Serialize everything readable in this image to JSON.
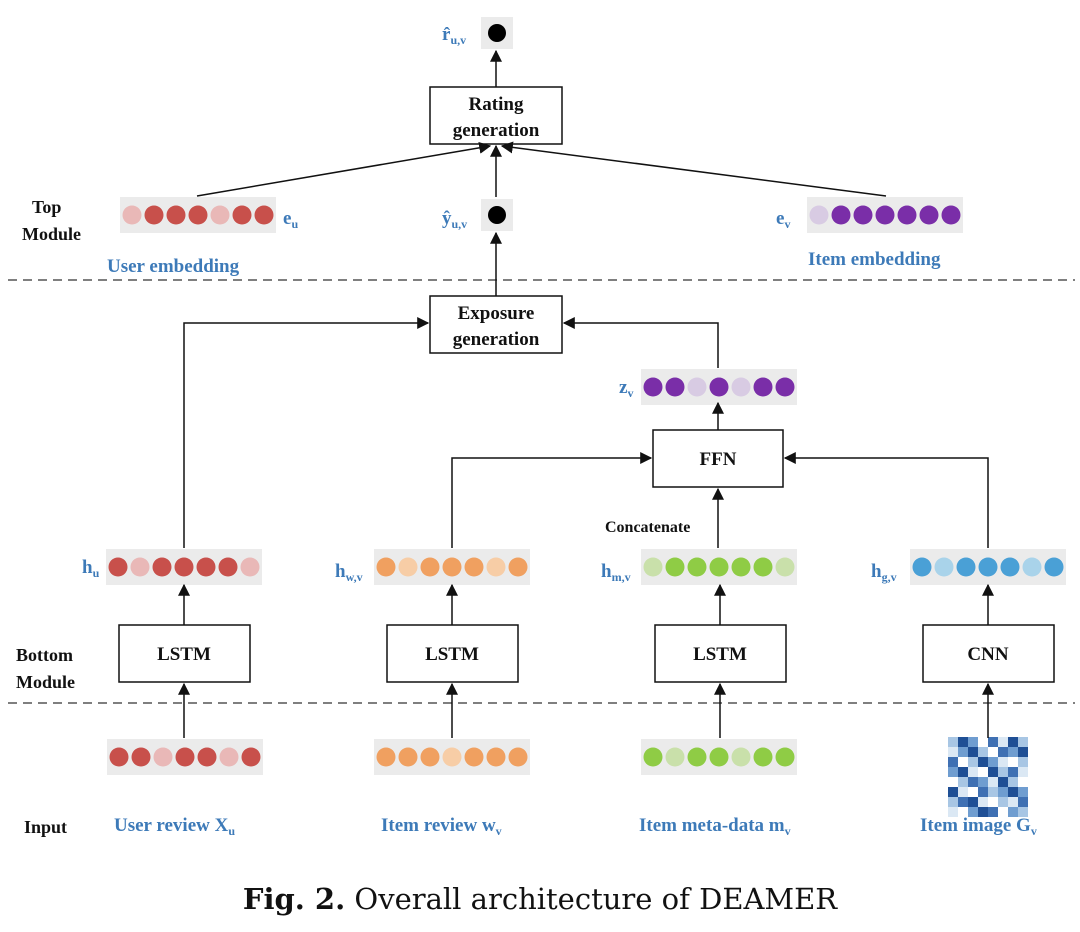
{
  "sections": {
    "top_line1": "Top",
    "top_line2": "Module",
    "bottom_line1": "Bottom",
    "bottom_line2": "Module",
    "input": "Input"
  },
  "boxes": {
    "rating_line1": "Rating",
    "rating_line2": "generation",
    "exposure_line1": "Exposure",
    "exposure_line2": "generation",
    "ffn": "FFN",
    "lstm_user": "LSTM",
    "lstm_item_review": "LSTM",
    "lstm_meta": "LSTM",
    "cnn": "CNN"
  },
  "labels": {
    "user_embedding": "User embedding",
    "item_embedding": "Item embedding",
    "concatenate": "Concatenate",
    "user_review": "User review X",
    "user_review_sub": "u",
    "item_review": "Item review w",
    "item_review_sub": "v",
    "item_meta": "Item meta-data m",
    "item_meta_sub": "v",
    "item_image": "Item image G",
    "item_image_sub": "v"
  },
  "vars": {
    "r_hat": "r̂",
    "r_hat_sub": "u,v",
    "y_hat": "ŷ",
    "y_hat_sub": "u,v",
    "e_u": "e",
    "e_u_sub": "u",
    "e_v": "e",
    "e_v_sub": "v",
    "z_v": "z",
    "z_v_sub": "v",
    "h_u": "h",
    "h_u_sub": "u",
    "h_wv": "h",
    "h_wv_sub": "w,v",
    "h_mv": "h",
    "h_mv_sub": "m,v",
    "h_gv": "h",
    "h_gv_sub": "g,v"
  },
  "colors": {
    "red": "#c8504b",
    "red_light": "#e9b8b7",
    "orange": "#f0a060",
    "orange_light": "#f7cda6",
    "green": "#8fcc45",
    "green_light": "#c9e0aa",
    "blue": "#4aa0d6",
    "blue_light": "#a9d3ea",
    "purple": "#7a2ea8",
    "purple_light": "#d8cbe3",
    "label_blue": "#3d7ab8",
    "strip_bg": "#ebebeb"
  },
  "embedding_patterns": {
    "user_embedding": [
      0,
      1,
      1,
      1,
      0,
      1,
      1
    ],
    "item_embedding": [
      0,
      1,
      1,
      1,
      1,
      1,
      1
    ],
    "z_v": [
      1,
      1,
      0,
      1,
      0,
      1,
      1
    ],
    "h_u": [
      1,
      0,
      1,
      1,
      1,
      1,
      0
    ],
    "h_wv": [
      1,
      0,
      1,
      1,
      1,
      0,
      1
    ],
    "h_mv": [
      0,
      1,
      1,
      1,
      1,
      1,
      0
    ],
    "h_gv": [
      1,
      0,
      1,
      1,
      1,
      0,
      1
    ],
    "user_review": [
      1,
      1,
      0,
      1,
      1,
      0,
      1
    ],
    "item_review": [
      1,
      1,
      1,
      0,
      1,
      1,
      1
    ],
    "item_meta": [
      1,
      0,
      1,
      1,
      0,
      1,
      1
    ]
  },
  "caption": {
    "fig": "Fig. 2.",
    "text": " Overall architecture of DEAMER"
  }
}
